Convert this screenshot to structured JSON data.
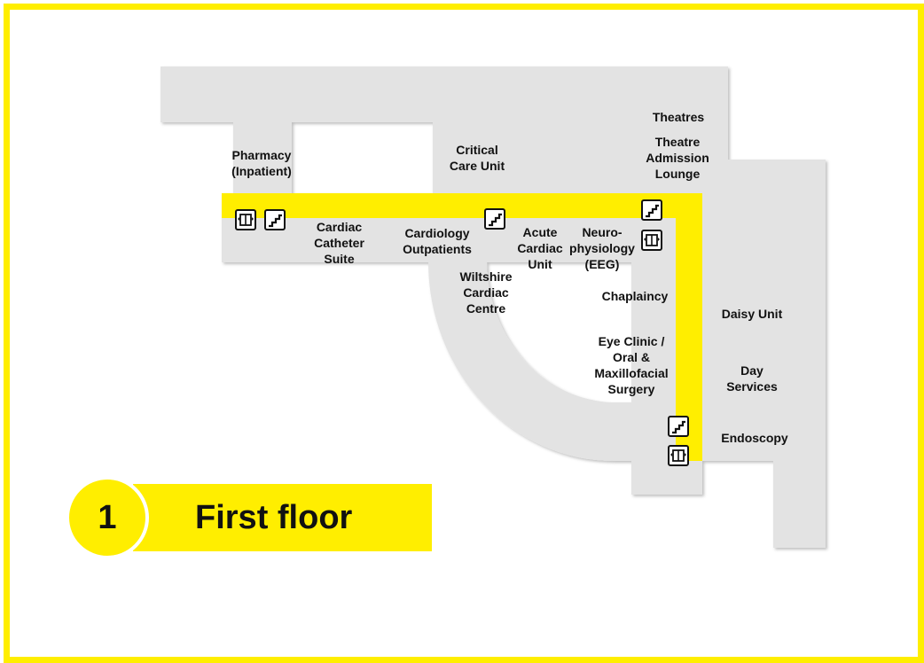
{
  "colors": {
    "frame": "#ffee00",
    "corridor": "#ffee00",
    "building": "#e3e3e3",
    "text": "#111111"
  },
  "floor": {
    "number": "1",
    "name": "First floor"
  },
  "departments": {
    "theatres": "Theatres",
    "theatre_admission_lounge": "Theatre\nAdmission\nLounge",
    "pharmacy": "Pharmacy\n(Inpatient)",
    "critical_care": "Critical\nCare Unit",
    "cardiac_catheter": "Cardiac\nCatheter\nSuite",
    "cardiology_outpatients": "Cardiology\nOutpatients",
    "acute_cardiac": "Acute\nCardiac\nUnit",
    "neurophysiology": "Neuro-\nphysiology\n(EEG)",
    "wiltshire_cardiac": "Wiltshire\nCardiac\nCentre",
    "chaplaincy": "Chaplaincy",
    "daisy_unit": "Daisy Unit",
    "eye_clinic": "Eye Clinic /\nOral &\nMaxillofacial\nSurgery",
    "day_services": "Day\nServices",
    "endoscopy": "Endoscopy"
  },
  "icons": {
    "lift_1": "lift-icon",
    "stairs_1": "stairs-icon",
    "stairs_2": "stairs-icon",
    "stairs_3": "stairs-icon",
    "lift_2": "lift-icon",
    "stairs_4": "stairs-icon",
    "lift_3": "lift-icon"
  }
}
